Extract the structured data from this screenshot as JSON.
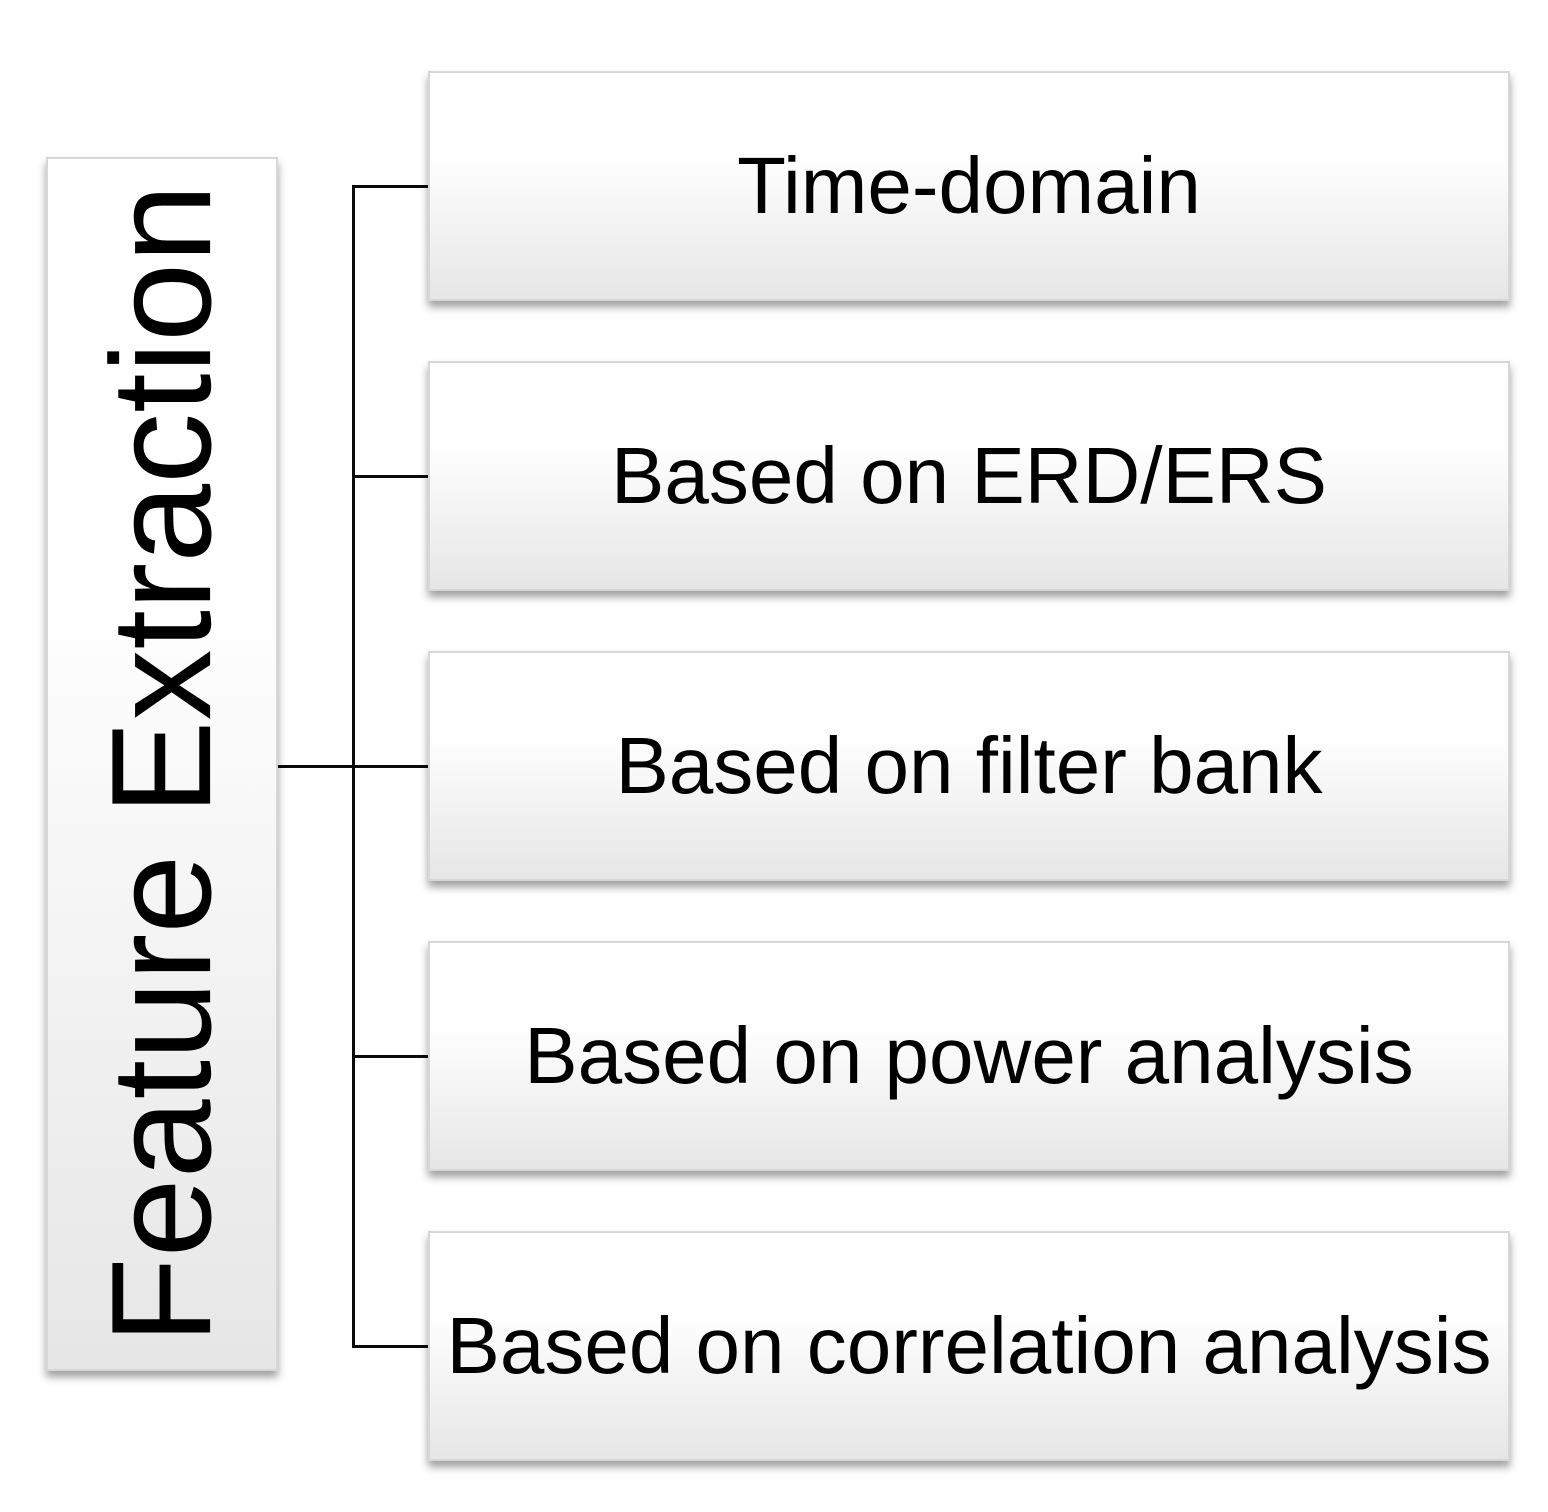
{
  "title": {
    "label": "Feature Extraction"
  },
  "branches": [
    {
      "label": "Time-domain"
    },
    {
      "label": "Based on ERD/ERS"
    },
    {
      "label": "Based on filter bank"
    },
    {
      "label": "Based on power analysis"
    },
    {
      "label": "Based on correlation analysis"
    }
  ],
  "colors": {
    "background": "#ffffff",
    "box_gradient_top": "#ffffff",
    "box_gradient_bottom": "#e6e6e6",
    "box_border": "#d7d7d7",
    "connector": "#0a0a0a",
    "text": "#000000"
  }
}
